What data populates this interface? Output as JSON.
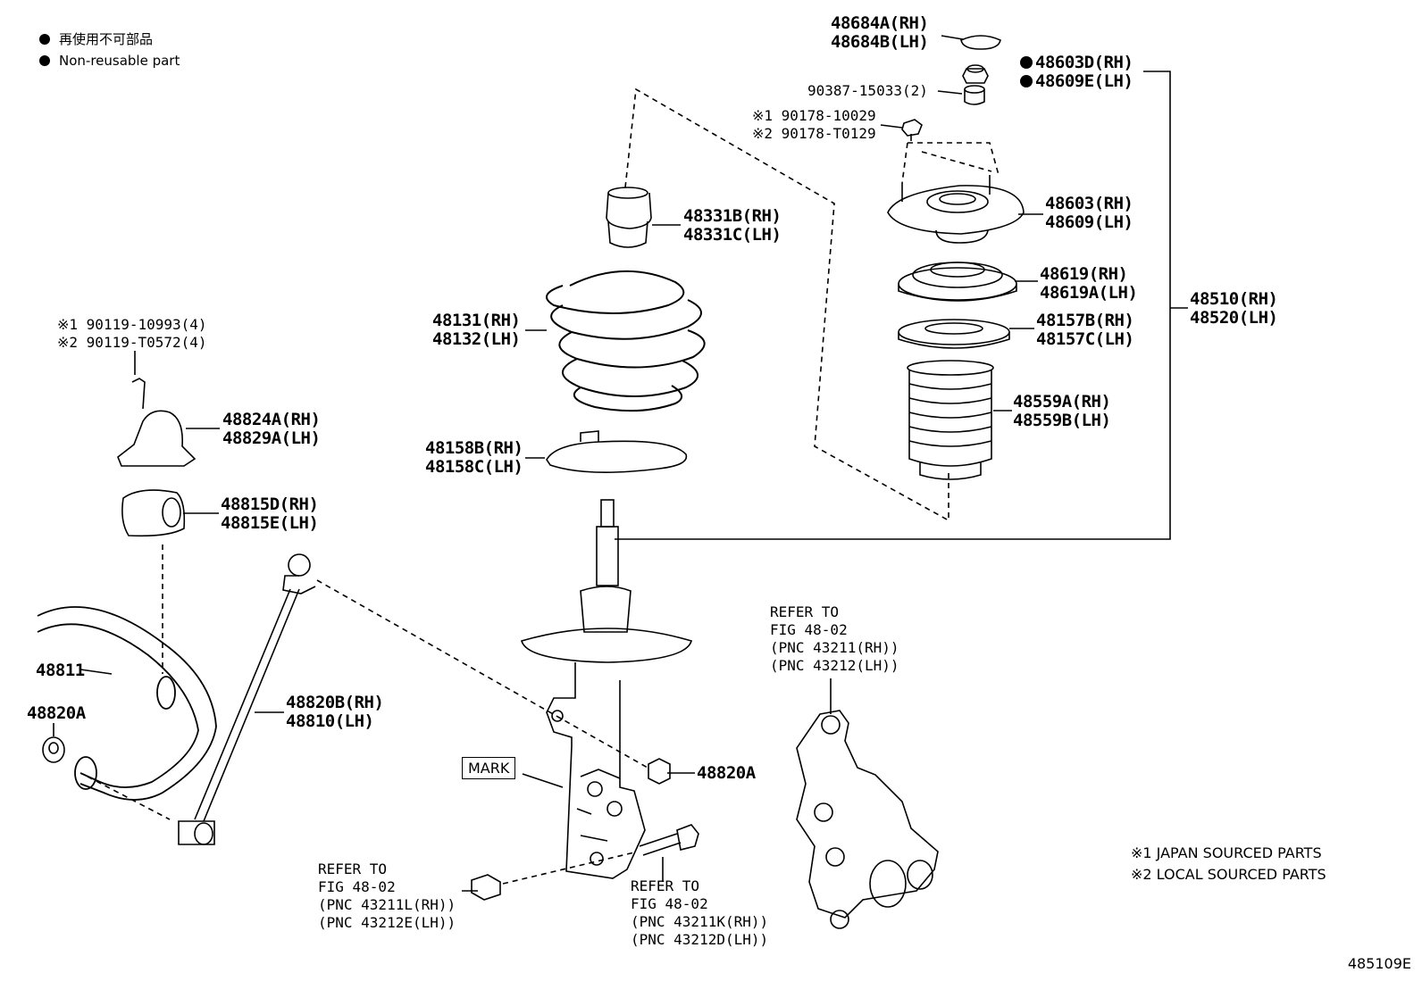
{
  "legend": {
    "jp_text": "再使用不可部品",
    "en_text": "Non-reusable part"
  },
  "figure_id": "485109E",
  "notes": [
    "※1 JAPAN SOURCED PARTS",
    "※2 LOCAL SOURCED PARTS"
  ],
  "mark_label": "MARK",
  "parts": {
    "p48684": [
      "48684A(RH)",
      "48684B(LH)"
    ],
    "p48603D": [
      "48603D(RH)",
      "48609E(LH)"
    ],
    "p90387": "90387-15033(2)",
    "p90178": [
      "※1 90178-10029",
      "※2 90178-T0129"
    ],
    "p48603": [
      "48603(RH)",
      "48609(LH)"
    ],
    "p48619": [
      "48619(RH)",
      "48619A(LH)"
    ],
    "p48157": [
      "48157B(RH)",
      "48157C(LH)"
    ],
    "p48559": [
      "48559A(RH)",
      "48559B(LH)"
    ],
    "p48510": [
      "48510(RH)",
      "48520(LH)"
    ],
    "p48331": [
      "48331B(RH)",
      "48331C(LH)"
    ],
    "p48131": [
      "48131(RH)",
      "48132(LH)"
    ],
    "p48158": [
      "48158B(RH)",
      "48158C(LH)"
    ],
    "p90119": [
      "※1 90119-10993(4)",
      "※2 90119-T0572(4)"
    ],
    "p48824": [
      "48824A(RH)",
      "48829A(LH)"
    ],
    "p48815": [
      "48815D(RH)",
      "48815E(LH)"
    ],
    "p48811": "48811",
    "p48820A_left": "48820A",
    "p48820B": [
      "48820B(RH)",
      "48810(LH)"
    ],
    "p48820A_right": "48820A",
    "ref_knuckle": [
      "REFER TO",
      "FIG 48-02",
      "(PNC 43211(RH))",
      "(PNC 43212(LH))"
    ],
    "ref_nut": [
      "REFER TO",
      "FIG 48-02",
      "(PNC 43211L(RH))",
      "(PNC 43212E(LH))"
    ],
    "ref_bolt": [
      "REFER TO",
      "FIG 48-02",
      "(PNC 43211K(RH))",
      "(PNC 43212D(LH))"
    ]
  }
}
